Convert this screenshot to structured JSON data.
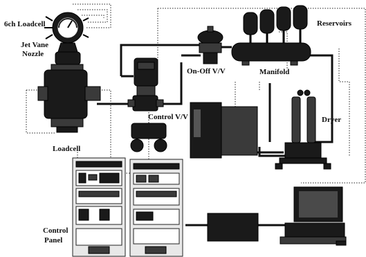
{
  "labels": {
    "loadcell_6ch": "6ch Loadcell",
    "jet_vane_nozzle_line1": "Jet Vane",
    "jet_vane_nozzle_line2": "Nozzle",
    "loadcell": "Loadcell",
    "control_valve": "Control V/V",
    "on_off_valve": "On-Off V/V",
    "manifold": "Manifold",
    "reservoirs": "Reservoirs",
    "dryer": "Dryer",
    "control_panel_line1": "Control",
    "control_panel_line2": "Panel"
  }
}
